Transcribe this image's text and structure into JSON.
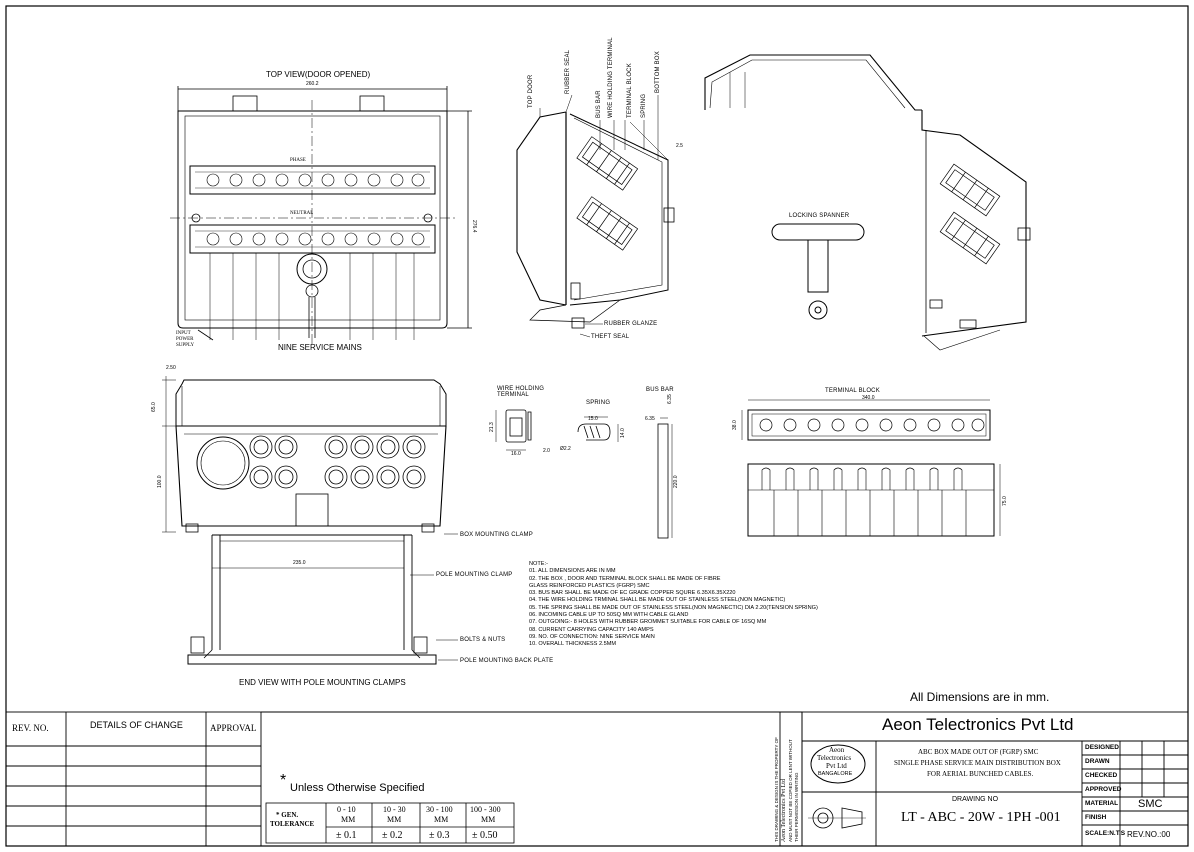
{
  "views": {
    "top_view": {
      "title": "TOP VIEW(DOOR OPENED)",
      "width_dim": "260.2",
      "height_dim": "276.4",
      "phase": "PHASE",
      "neutral": "NEUTRAL",
      "input_power_supply": [
        "INPUT",
        "POWER",
        "SUPPLY"
      ],
      "service_mains": "NINE SERVICE MAINS"
    },
    "side_view": {
      "labels": [
        "TOP DOOR",
        "RUBBER SEAL",
        "BUS BAR",
        "WIRE HOLDING TERMINAL",
        "TERMINAL BLOCK",
        "SPRING",
        "BOTTOM BOX"
      ],
      "dim": "2.5",
      "rubber_glanze": "RUBBER GLANZE",
      "theft_seal": "THEFT SEAL"
    },
    "locking_spanner": "LOCKING SPANNER",
    "end_view": {
      "title": "END VIEW WITH POLE MOUNTING CLAMPS",
      "dims": {
        "top": "2.50",
        "door": "65.0",
        "body": "100.0",
        "width": "235.0"
      },
      "box_mounting_clamp": "BOX MOUNTING CLAMP",
      "pole_mounting_clamp": "POLE MOUNTING CLAMP",
      "bolts_nuts": "BOLTS & NUTS",
      "back_plate": "POLE MOUNTING BACK PLATE"
    },
    "wire_holding": {
      "title": "WIRE HOLDING TERMINAL",
      "d1": "21.3",
      "d2": "16.0",
      "d3": "2.0"
    },
    "spring": {
      "title": "SPRING",
      "d1": "15.0",
      "d2": "14.0",
      "d3": "Ø2.2"
    },
    "bus_bar": {
      "title": "BUS BAR",
      "d1": "6.35",
      "d2": "6.35",
      "d3": "220.0"
    },
    "terminal_block": {
      "title": "TERMINAL BLOCK",
      "width": "340.0",
      "height": "38.0",
      "lower_height": "75.0"
    }
  },
  "notes": {
    "heading": "NOTE:-",
    "items": [
      "01. ALL DIMENSIONS ARE IN MM",
      "02. THE BOX , DOOR AND TERMINAL BLOCK SHALL BE MADE OF FIBRE",
      "     GLASS REINFORCED PLASTICS (FGRP) SMC",
      "03. BUS BAR SHALL BE MADE OF EC GRADE COPPER SQURE 6.35X6.35X220",
      "04. THE WIRE HOLDING TRMINAL SHALL BE MADE OUT OF STAINLESS STEEL(NON MAGNETIC)",
      "05. THE SPRING SHALL BE MADE OUT OF STAINLESS STEEL(NON MAGNECTIC) DIA 2.20(TENSION SPRING)",
      "06. INCOMING CABLE UP TO 50SQ MM WITH CABLE GLAND",
      "07. OUTGOING:- 8 HOLES WITH RUBBER GROMMET SUITABLE FOR CABLE OF 16SQ MM",
      "08. CURRENT CARRYING CAPACITY 140 AMPS",
      "09. NO. OF CONNECTION: NINE SERVICE MAIN",
      "10. OVERALL THICKNESS 2.5MM"
    ]
  },
  "all_dimensions": "All Dimensions are in mm.",
  "revision_table": {
    "headers": [
      "REV. NO.",
      "DETAILS OF CHANGE",
      "APPROVAL"
    ]
  },
  "tolerance": {
    "star": "*",
    "unless": "Unless Otherwise Specified",
    "label": [
      "* GEN.",
      "TOLERANCE"
    ],
    "ranges": [
      "0 - 10",
      "10 - 30",
      "30 - 100",
      "100 - 300"
    ],
    "unit": "MM",
    "values": [
      "± 0.1",
      "± 0.2",
      "± 0.3",
      "± 0.50"
    ]
  },
  "property_note": [
    "THIS DRAWING & DESIGN IS THE PROPERTY OF",
    "Aeon Telectronics Pvt Ltd",
    "AND MUST NOT BE COPIED OR LENT WITHOUT",
    "THEIR PERMISSION IN WRITING"
  ],
  "title_block": {
    "company": "Aeon Telectronics Pvt Ltd",
    "logo": [
      "Aeon",
      "Telectronics",
      "Pvt Ltd",
      "BANGALORE"
    ],
    "description": [
      "ABC BOX MADE OUT OF (FGRP) SMC",
      "SINGLE PHASE SERVICE MAIN DISTRIBUTION BOX",
      "FOR AERIAL BUNCHED CABLES."
    ],
    "drawing_no_label": "DRAWING NO",
    "drawing_no": "LT - ABC - 20W - 1PH -001",
    "roles": [
      "DESIGNED",
      "DRAWN",
      "CHECKED",
      "APPROVED",
      "MATERIAL",
      "FINISH",
      "SCALE:N.T.S"
    ],
    "material": "SMC",
    "rev": "REV.NO.:00"
  }
}
